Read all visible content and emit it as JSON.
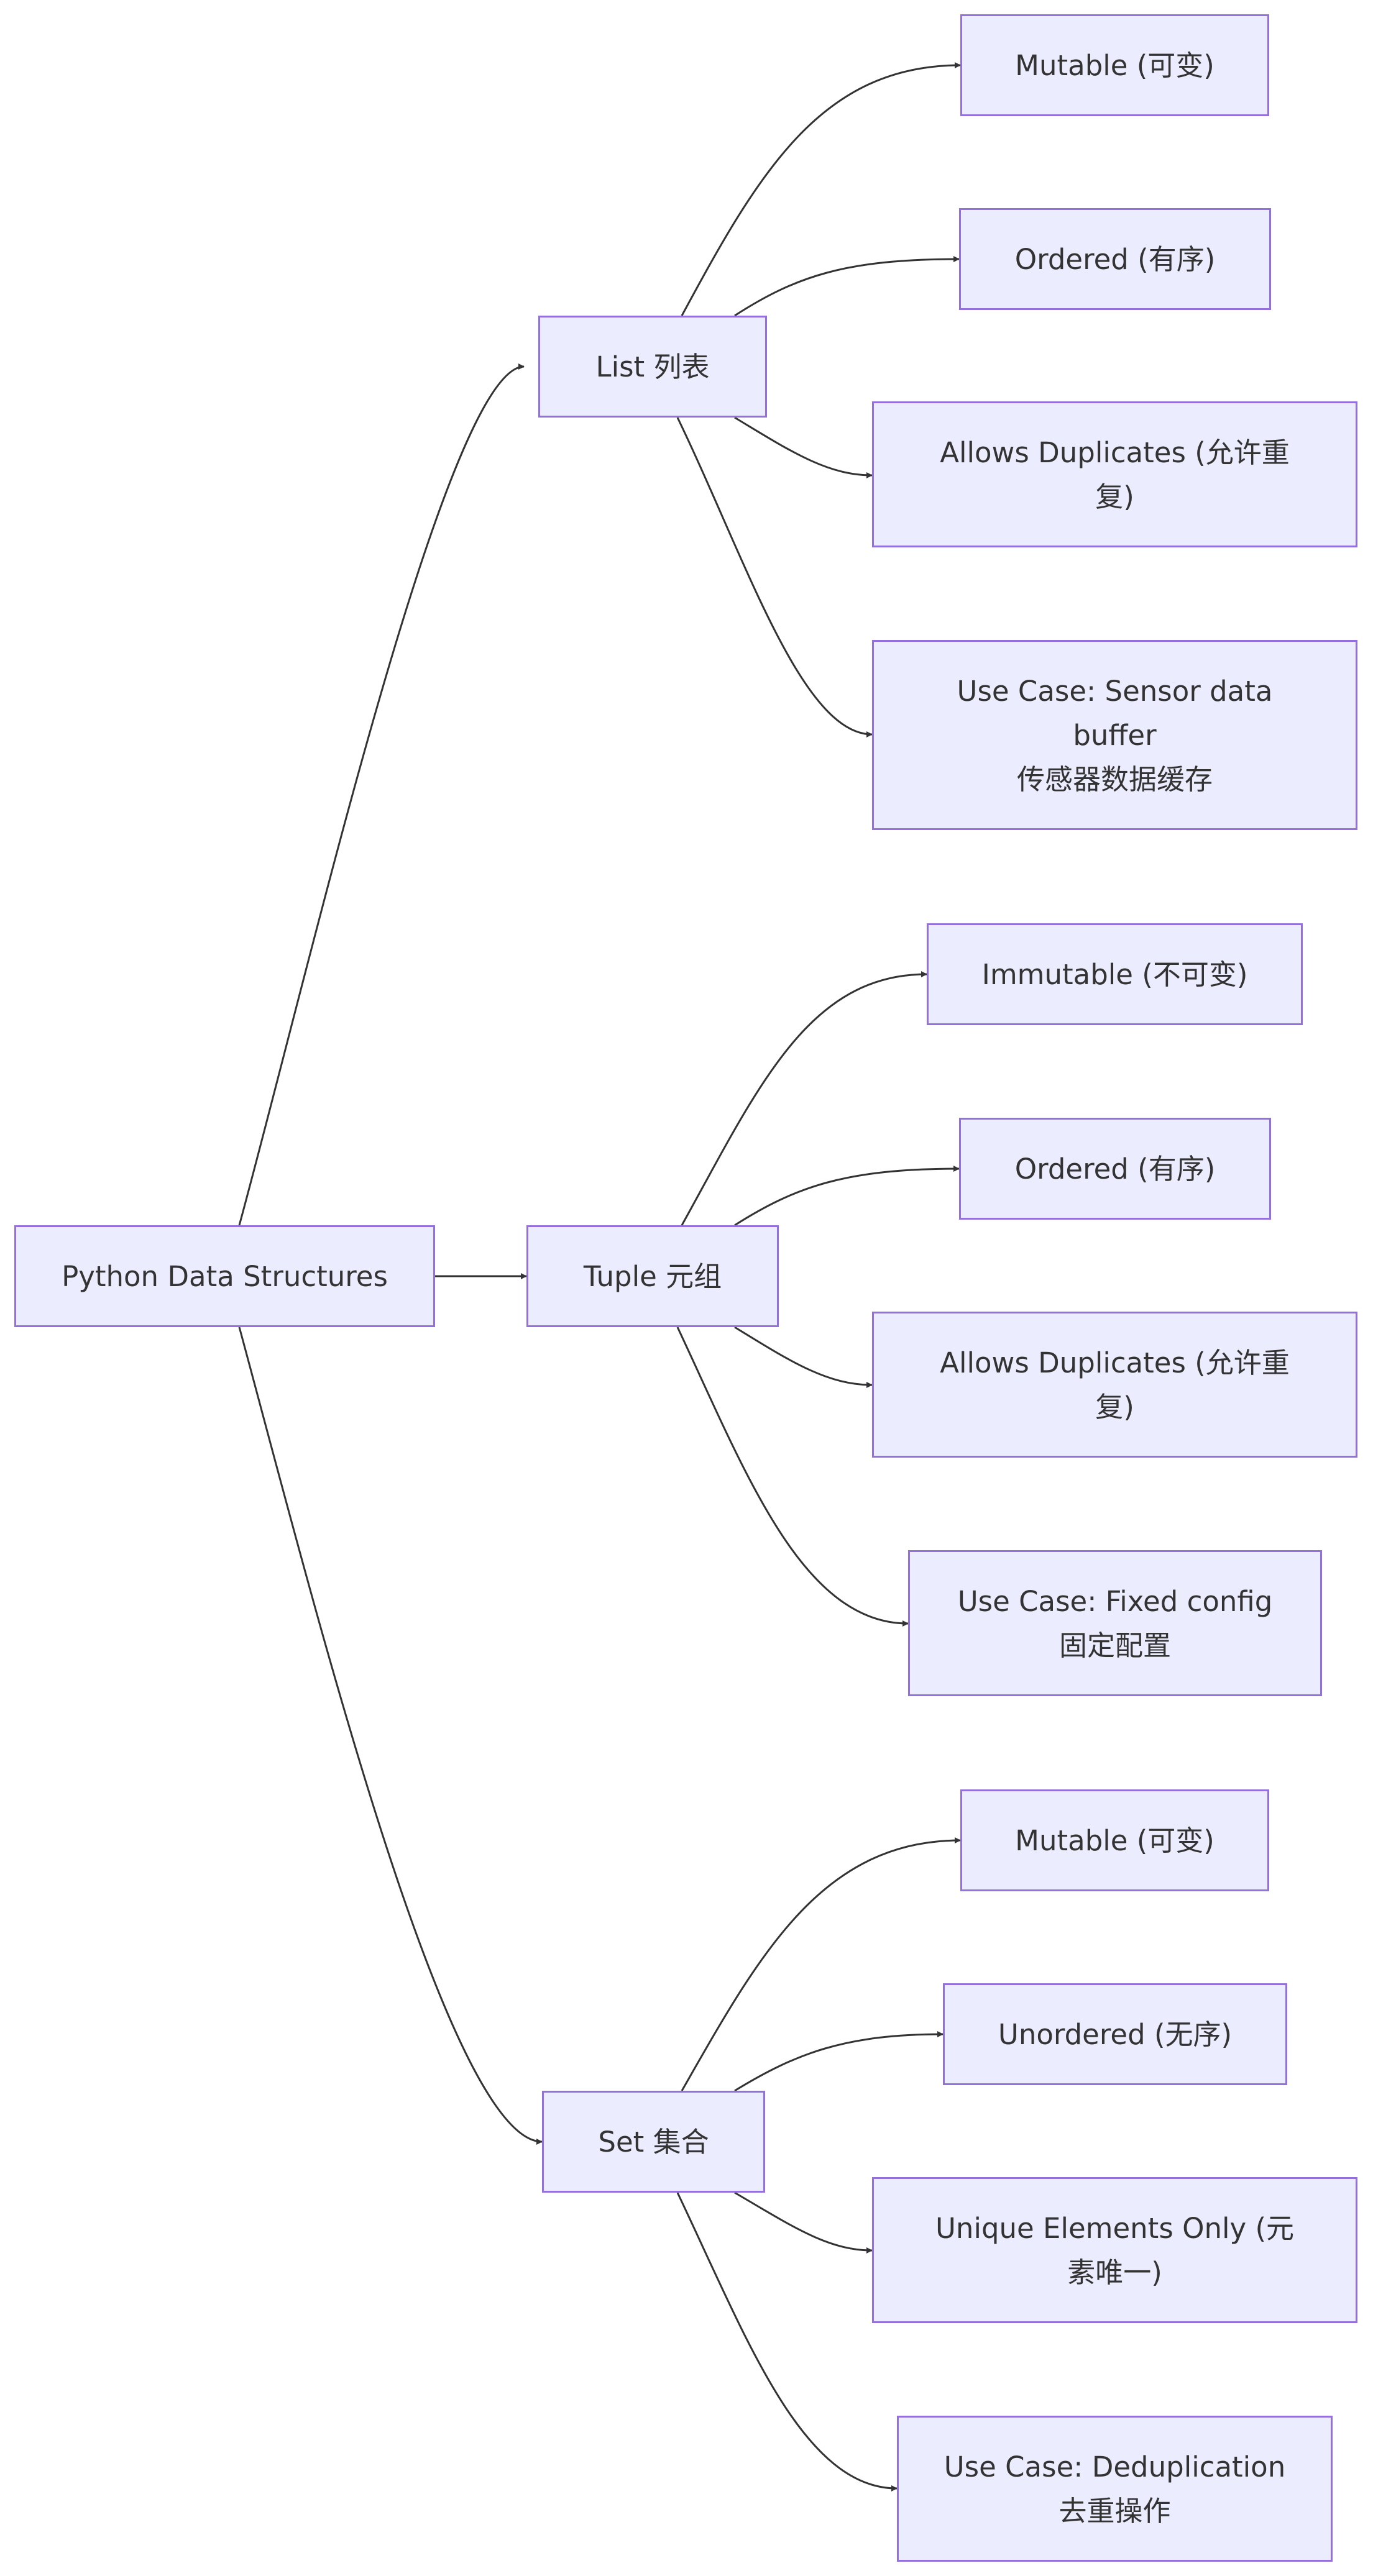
{
  "diagram": {
    "root": {
      "label": "Python Data Structures"
    },
    "branches": [
      {
        "id": "list",
        "label": "List 列表",
        "children": [
          {
            "lines": [
              "Mutable (可变)"
            ]
          },
          {
            "lines": [
              "Ordered (有序)"
            ]
          },
          {
            "lines": [
              "Allows Duplicates (允许重",
              "复)"
            ]
          },
          {
            "lines": [
              "Use Case: Sensor data",
              "buffer",
              "传感器数据缓存"
            ]
          }
        ]
      },
      {
        "id": "tuple",
        "label": "Tuple 元组",
        "children": [
          {
            "lines": [
              "Immutable (不可变)"
            ]
          },
          {
            "lines": [
              "Ordered (有序)"
            ]
          },
          {
            "lines": [
              "Allows Duplicates (允许重",
              "复)"
            ]
          },
          {
            "lines": [
              "Use Case: Fixed config",
              "固定配置"
            ]
          }
        ]
      },
      {
        "id": "set",
        "label": "Set 集合",
        "children": [
          {
            "lines": [
              "Mutable (可变)"
            ]
          },
          {
            "lines": [
              "Unordered (无序)"
            ]
          },
          {
            "lines": [
              "Unique Elements Only (元",
              "素唯一)"
            ]
          },
          {
            "lines": [
              "Use Case: Deduplication",
              "去重操作"
            ]
          }
        ]
      }
    ],
    "colors": {
      "node_fill": "#ececff",
      "node_border": "#9370db",
      "text": "#333333",
      "edge": "#333333"
    }
  }
}
